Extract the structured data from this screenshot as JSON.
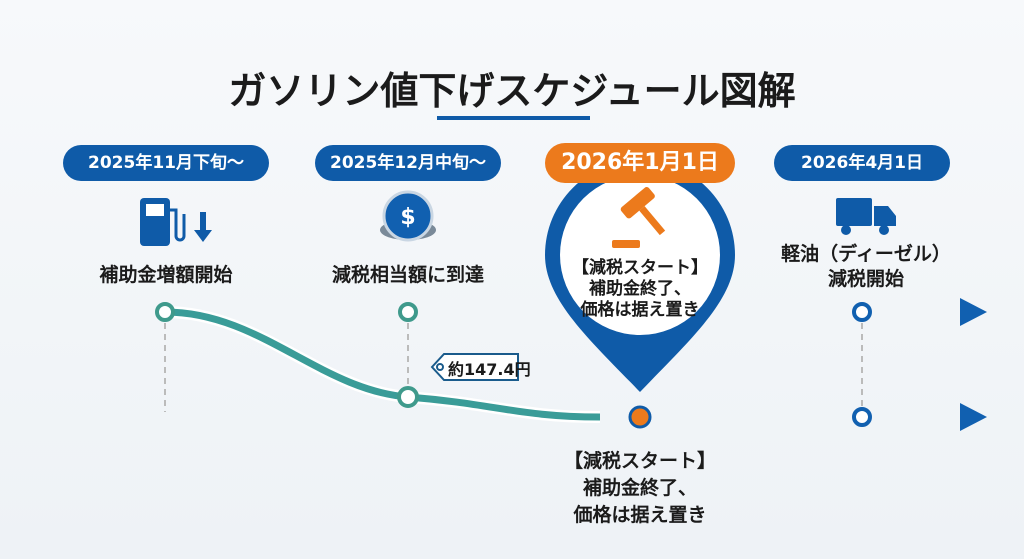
{
  "title": "ガソリン値下げスケジュール図解",
  "milestones": [
    {
      "date": "2025年11月下旬〜",
      "label": "補助金増額開始",
      "icon": "fuel-pump-price-down-icon"
    },
    {
      "date": "2025年12月中旬〜",
      "label": "減税相当額に到達",
      "icon": "coins-icon"
    },
    {
      "date": "2026年1月1日",
      "label_lines": [
        "【減税スタート】",
        "補助金終了、",
        "価格は据え置き"
      ],
      "icon": "gavel-icon"
    },
    {
      "date": "2026年4月1日",
      "label_lines": [
        "軽油（ディーゼル）",
        "減税開始"
      ],
      "icon": "truck-icon"
    }
  ],
  "price_tag": "約147.4円",
  "bottom_note": [
    "【減税スタート】",
    "補助金終了、",
    "価格は据え置き"
  ],
  "colors": {
    "blue": "#0f5ba8",
    "orange": "#ec7a1c",
    "green": "#5db88a"
  }
}
